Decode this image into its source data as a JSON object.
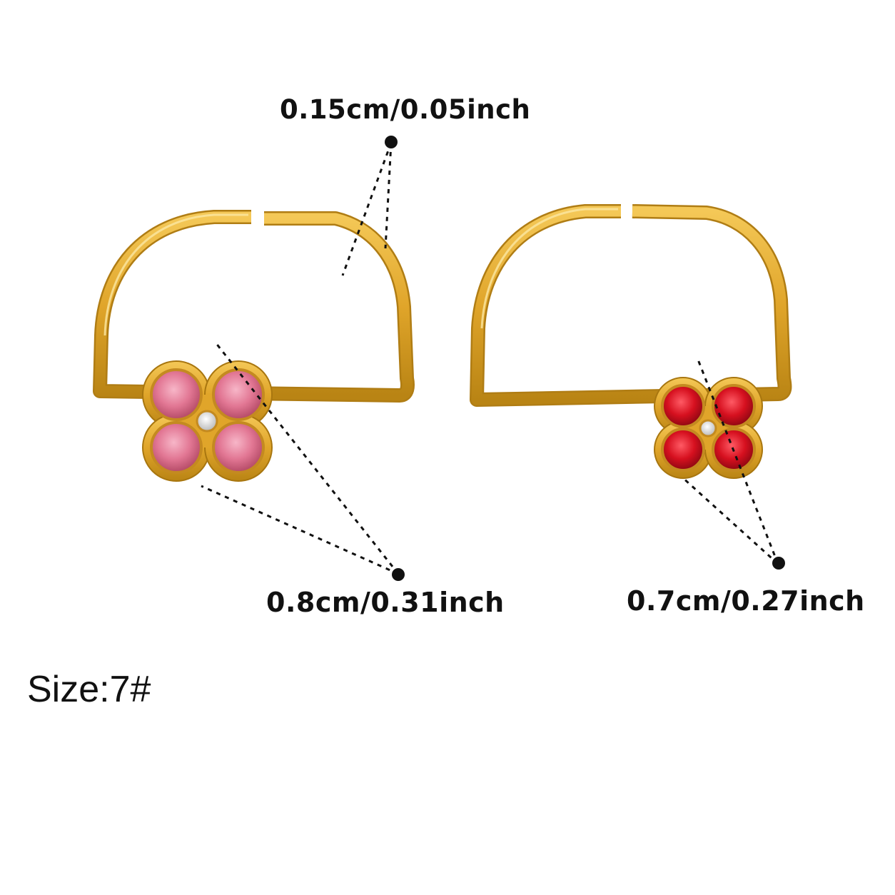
{
  "colors": {
    "background": "#ffffff",
    "gold": "#e0a52a",
    "gold_dark": "#b07d14",
    "gold_light": "#f6cf66",
    "pink_stone": "#e06a8a",
    "red_stone": "#d01428",
    "clear_stone": "#eeeeee",
    "annotation": "#111111"
  },
  "annotations": {
    "band_thickness": "0.15cm/0.05inch",
    "left_flower_width": "0.8cm/0.31inch",
    "right_flower_width": "0.7cm/0.27inch",
    "size": "Size:7#"
  },
  "products": [
    {
      "name": "gold-ring-pink-clover",
      "stone_color": "pink"
    },
    {
      "name": "gold-ring-red-clover",
      "stone_color": "red"
    }
  ]
}
